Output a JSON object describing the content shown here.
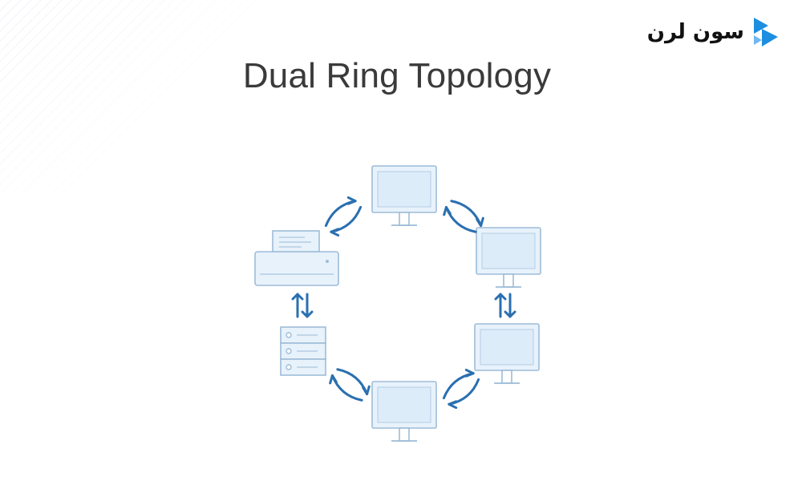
{
  "title": "Dual Ring Topology",
  "logo": {
    "text": "سون لرن",
    "mark": "blue-triangles-logo-icon"
  },
  "nodes": [
    {
      "id": "computer-top",
      "icon": "monitor-icon"
    },
    {
      "id": "computer-right-top",
      "icon": "monitor-icon"
    },
    {
      "id": "computer-right-bottom",
      "icon": "monitor-icon"
    },
    {
      "id": "computer-bottom",
      "icon": "monitor-icon"
    },
    {
      "id": "server",
      "icon": "server-icon"
    },
    {
      "id": "printer",
      "icon": "printer-icon"
    }
  ],
  "links": [
    {
      "from": "computer-top",
      "to": "computer-right-top",
      "type": "bidirectional"
    },
    {
      "from": "computer-right-top",
      "to": "computer-right-bottom",
      "type": "bidirectional"
    },
    {
      "from": "computer-right-bottom",
      "to": "computer-bottom",
      "type": "bidirectional"
    },
    {
      "from": "computer-bottom",
      "to": "server",
      "type": "bidirectional"
    },
    {
      "from": "server",
      "to": "printer",
      "type": "bidirectional"
    },
    {
      "from": "printer",
      "to": "computer-top",
      "type": "bidirectional"
    }
  ],
  "colors": {
    "accent": "#2a6fb0",
    "outline": "#9dbcd8",
    "fill": "#e8f2fb",
    "logo": "#1e8ee0",
    "title": "#3a3a3a"
  }
}
